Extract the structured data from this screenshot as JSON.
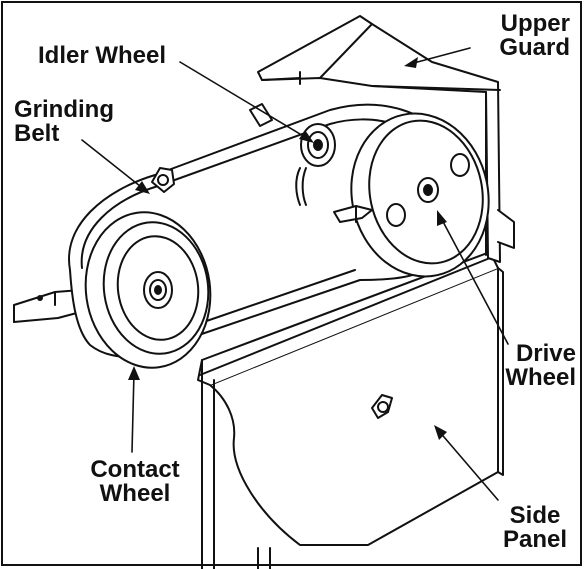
{
  "colors": {
    "ink": "#111111",
    "paper": "#ffffff"
  },
  "labels": {
    "upper_guard": {
      "line1": "Upper",
      "line2": "Guard"
    },
    "idler_wheel": {
      "line1": "Idler Wheel"
    },
    "grinding_belt": {
      "line1": "Grinding",
      "line2": "Belt"
    },
    "drive_wheel": {
      "line1": "Drive",
      "line2": "Wheel"
    },
    "contact_wheel": {
      "line1": "Contact",
      "line2": "Wheel"
    },
    "side_panel": {
      "line1": "Side",
      "line2": "Panel"
    }
  }
}
